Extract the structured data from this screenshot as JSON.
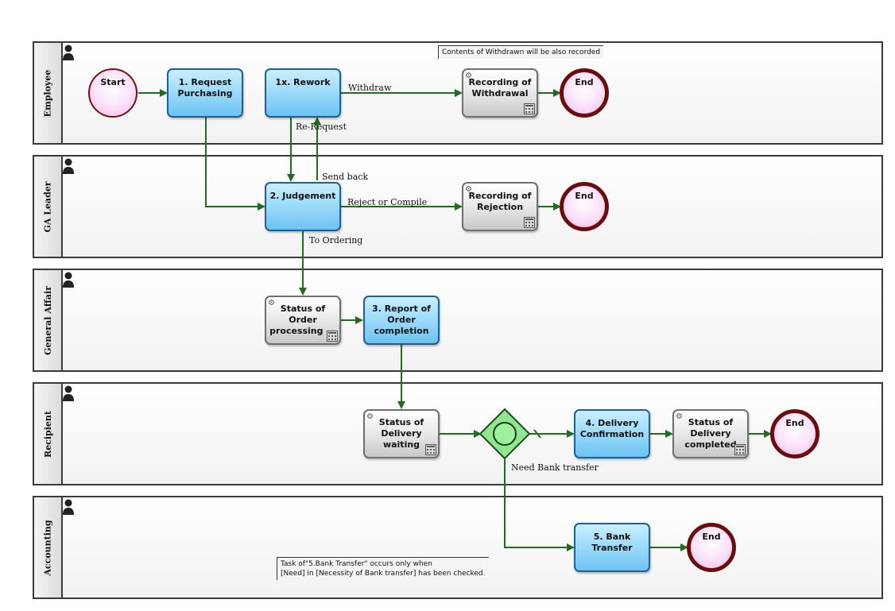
{
  "lanes": {
    "employee": "Employee",
    "ga_leader": "GA Leader",
    "general_affair": "General Affair",
    "recipient": "Recipient",
    "accounting": "Accounting"
  },
  "events": {
    "start": "Start",
    "end_withdrawal": "End",
    "end_rejection": "End",
    "end_recipient": "End",
    "end_accounting": "End"
  },
  "tasks": {
    "request_purchasing": "1. Request Purchasing",
    "rework": "1x. Rework",
    "judgement": "2. Judgement",
    "report_order_completion": "3. Report of Order completion",
    "delivery_confirmation": "4. Delivery Confirmation",
    "bank_transfer": "5. Bank Transfer"
  },
  "auto_steps": {
    "recording_withdrawal": "Recording of Withdrawal",
    "recording_rejection": "Recording of Rejection",
    "status_order_processing": "Status of Order processing ...",
    "status_delivery_waiting": "Status of Delivery waiting",
    "status_delivery_completed": "Status of Delivery completed"
  },
  "flow_labels": {
    "withdraw": "Withdraw",
    "re_request": "Re-Request",
    "send_back": "Send back",
    "reject_or_compile": "Reject or Compile",
    "to_ordering": "To Ordering",
    "need_bank_transfer": "Need Bank transfer"
  },
  "notes": {
    "withdrawn": "Contents of Withdrawn will be also recorded",
    "bank_transfer_line1": "Task of\"5.Bank Transfer\" occurs only when",
    "bank_transfer_line2": "[Need] in [Necessity of Bank transfer] has been checked."
  },
  "colors": {
    "flow": "#1e6e1e",
    "task_border": "#1d5f97",
    "end_border": "#6b0d0d",
    "gateway": "#8fe88f"
  }
}
